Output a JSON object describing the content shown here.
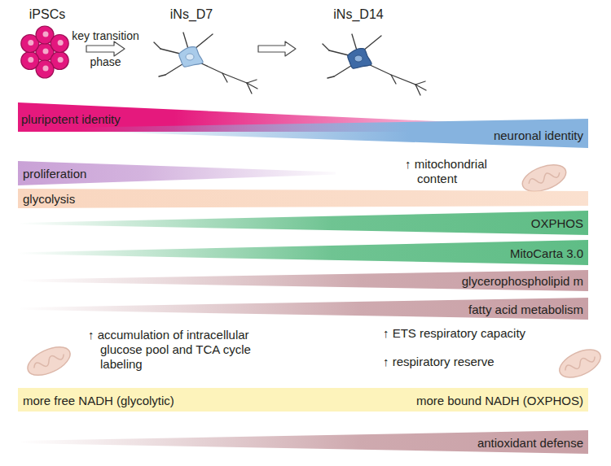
{
  "diagram": {
    "nodes": [
      {
        "text": [
          "iPSCs"
        ]
      },
      {
        "text": [
          "iNs_D7"
        ]
      },
      {
        "text": [
          "iNs_D14"
        ]
      },
      {
        "text": [
          "pluripotent identity"
        ]
      },
      {
        "text": [
          "neuronal identity"
        ]
      },
      {
        "text": [
          "proliferation"
        ]
      },
      {
        "text": [
          "glycolysis"
        ]
      },
      {
        "text": [
          "OXPHOS"
        ]
      },
      {
        "text": [
          "MitoCarta 3.0"
        ]
      },
      {
        "text": [
          "glycerophospholipid m"
        ]
      },
      {
        "text": [
          "fatty acid metabolism"
        ]
      },
      {
        "text": [
          "more free NADH (glycolytic)",
          "more bound NADH (OXPHOS)"
        ]
      },
      {
        "text": [
          "antioxidant defense"
        ]
      }
    ],
    "edges": [
      {
        "from": 0,
        "to": 1,
        "label": "key transition phase",
        "arrow": "to"
      },
      {
        "from": 1,
        "to": 2,
        "arrow": "to"
      }
    ],
    "labels": [
      "↑ mitochondrial content",
      "↑ accumulation of intracellular glucose pool and TCA cycle labeling",
      "↑ ETS respiratory capacity",
      "↑ respiratory reserve"
    ]
  }
}
